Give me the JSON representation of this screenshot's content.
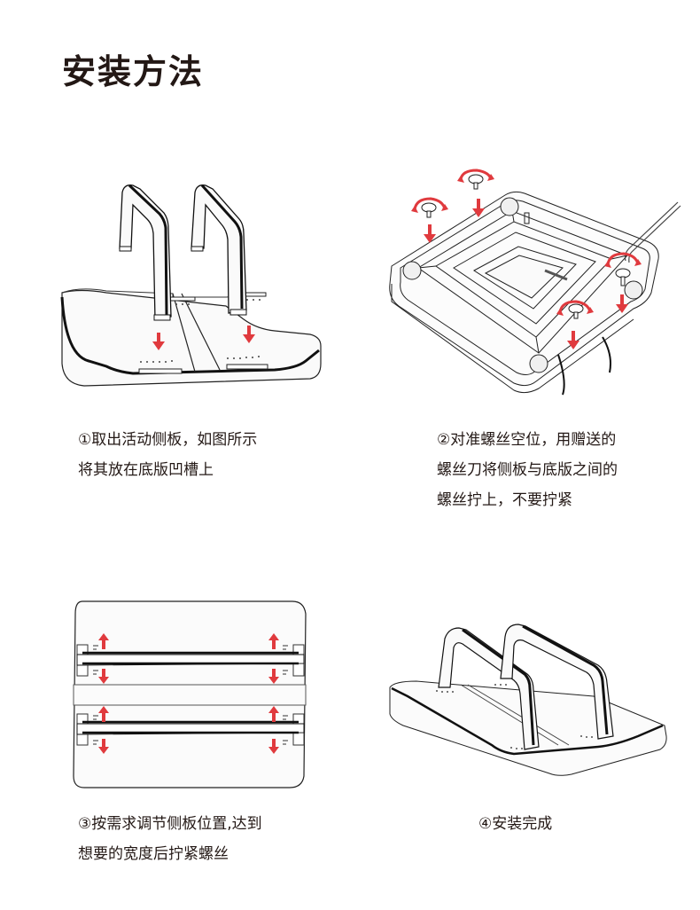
{
  "page": {
    "title": "安装方法"
  },
  "colors": {
    "text": "#231815",
    "arrow_red": "#e03a3e",
    "line": "#1a1a1a",
    "fill_light": "#f7f7f7"
  },
  "steps": [
    {
      "number": "①",
      "lines": [
        "①取出活动侧板，如图所示",
        "将其放在底版凹槽上"
      ],
      "icons": [
        "side-panel-icon",
        "base-plate-icon",
        "down-arrow-icon"
      ]
    },
    {
      "number": "②",
      "lines": [
        "②对准螺丝空位，用赠送的",
        "螺丝刀将侧板与底版之间的",
        "螺丝拧上，不要拧紧"
      ],
      "icons": [
        "screw-icon",
        "rotate-arrow-icon",
        "hex-key-icon",
        "down-arrow-icon"
      ]
    },
    {
      "number": "③",
      "lines": [
        "③按需求调节侧板位置,达到",
        "想要的宽度后拧紧螺丝"
      ],
      "icons": [
        "up-arrow-icon",
        "down-arrow-icon"
      ]
    },
    {
      "number": "④",
      "lines": [
        "④安装完成"
      ],
      "icons": [
        "assembled-stand-icon"
      ]
    }
  ]
}
